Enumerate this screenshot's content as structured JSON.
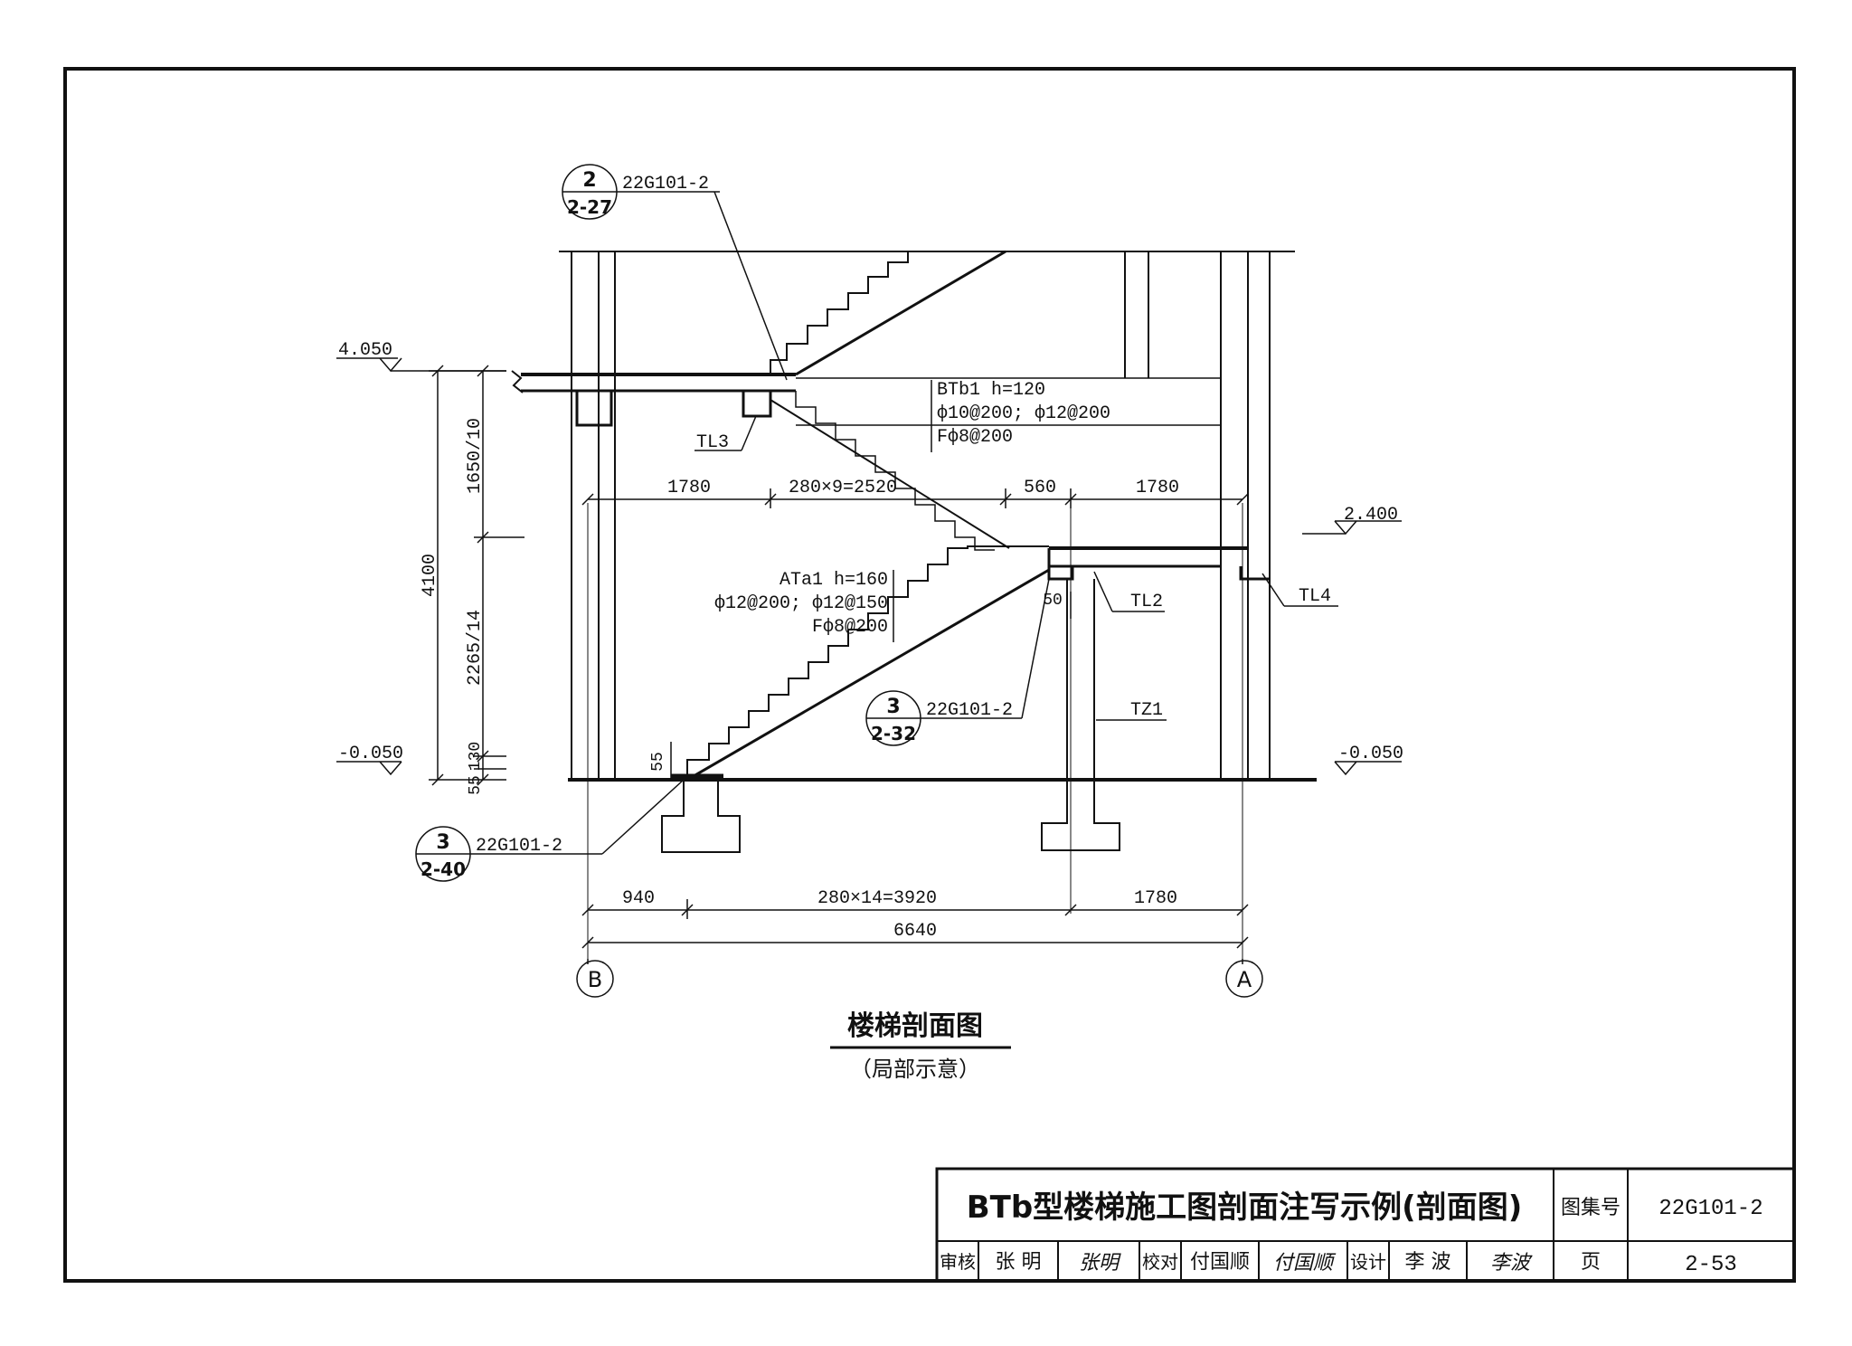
{
  "drawing": {
    "title": "楼梯剖面图",
    "subtitle": "（局部示意）"
  },
  "elevations": {
    "top": "4.050",
    "mid": "2.400",
    "bottom_left": "-0.050",
    "bottom_right": "-0.050"
  },
  "callouts": [
    {
      "num": "2",
      "sheet": "2-27",
      "ref": "22G101-2"
    },
    {
      "num": "3",
      "sheet": "2-32",
      "ref": "22G101-2"
    },
    {
      "num": "3",
      "sheet": "2-40",
      "ref": "22G101-2"
    }
  ],
  "members": {
    "tl2": "TL2",
    "tl3": "TL3",
    "tl4": "TL4",
    "tz1": "TZ1"
  },
  "notes": {
    "btb1": [
      "BTb1 h=120",
      "ф10@200; ф12@200",
      "Fф8@200"
    ],
    "ata1": [
      "ATa1 h=160",
      "ф12@200; ф12@150",
      "Fф8@200"
    ]
  },
  "dims": {
    "upper": [
      "1780",
      "280×9=2520",
      "560",
      "1780"
    ],
    "lower": [
      "940",
      "280×14=3920",
      "1780"
    ],
    "overall": "6640",
    "vertical_left": [
      "1650/10",
      "2265/14",
      "130",
      "55"
    ],
    "height_total": "4100",
    "small_50": "50",
    "small_55": "55"
  },
  "axes": {
    "left": "B",
    "right": "A"
  },
  "title_block": {
    "title": "BTb型楼梯施工图剖面注写示例(剖面图)",
    "atlas_label": "图集号",
    "atlas_no": "22G101-2",
    "review_label": "审核",
    "review_name": "张 明",
    "review_sig": "张明",
    "check_label": "校对",
    "check_name": "付国顺",
    "check_sig": "付国顺",
    "design_label": "设计",
    "design_name": "李 波",
    "design_sig": "李波",
    "page_label": "页",
    "page_no": "2-53"
  }
}
